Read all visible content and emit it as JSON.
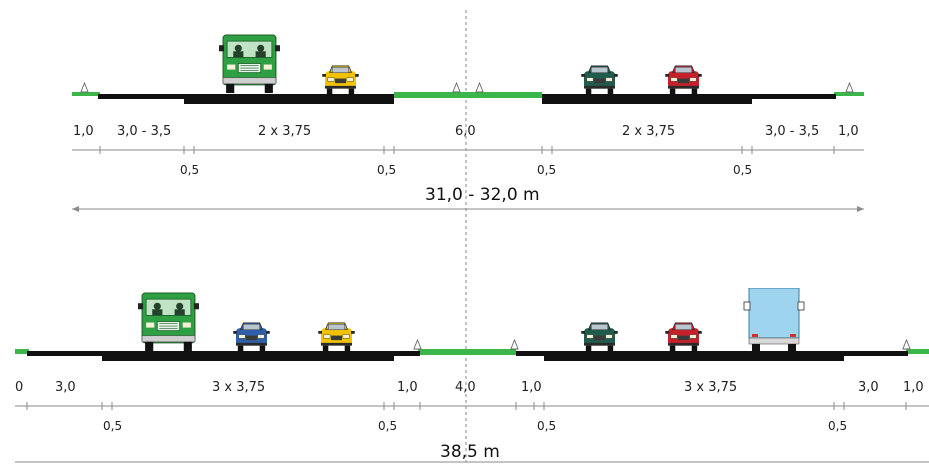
{
  "top_section": {
    "total_width": "31,0 - 32,0 m",
    "upper_labels": [
      "1,0",
      "3,0 - 3,5",
      "2 x 3,75",
      "6,0",
      "2 x 3,75",
      "3,0 - 3,5",
      "1,0"
    ],
    "lower_labels": [
      "0,5",
      "0,5",
      "0,5",
      "0,5"
    ],
    "vehicles": [
      "green-van",
      "yellow-car",
      "teal-car",
      "red-car"
    ]
  },
  "bottom_section": {
    "total_width": "38,5 m",
    "upper_labels": [
      "0",
      "3,0",
      "3 x 3,75",
      "1,0",
      "4,0",
      "1,0",
      "3 x 3,75",
      "3,0",
      "1,0"
    ],
    "lower_labels": [
      "0,5",
      "0,5",
      "0,5",
      "0,5"
    ],
    "vehicles": [
      "green-van",
      "blue-car",
      "yellow-car",
      "teal-car",
      "red-car",
      "light-blue-truck"
    ]
  },
  "colors": {
    "pavement": "#111111",
    "verge": "#3cb54a",
    "van_green": "#2ea043",
    "car_yellow": "#f2c200",
    "car_blue": "#2f5fa8",
    "car_teal": "#1f5c4c",
    "car_red": "#c8202b",
    "truck_blue": "#9fd4ee",
    "dim_line": "#8a8a8a",
    "centerline": "#888888"
  }
}
